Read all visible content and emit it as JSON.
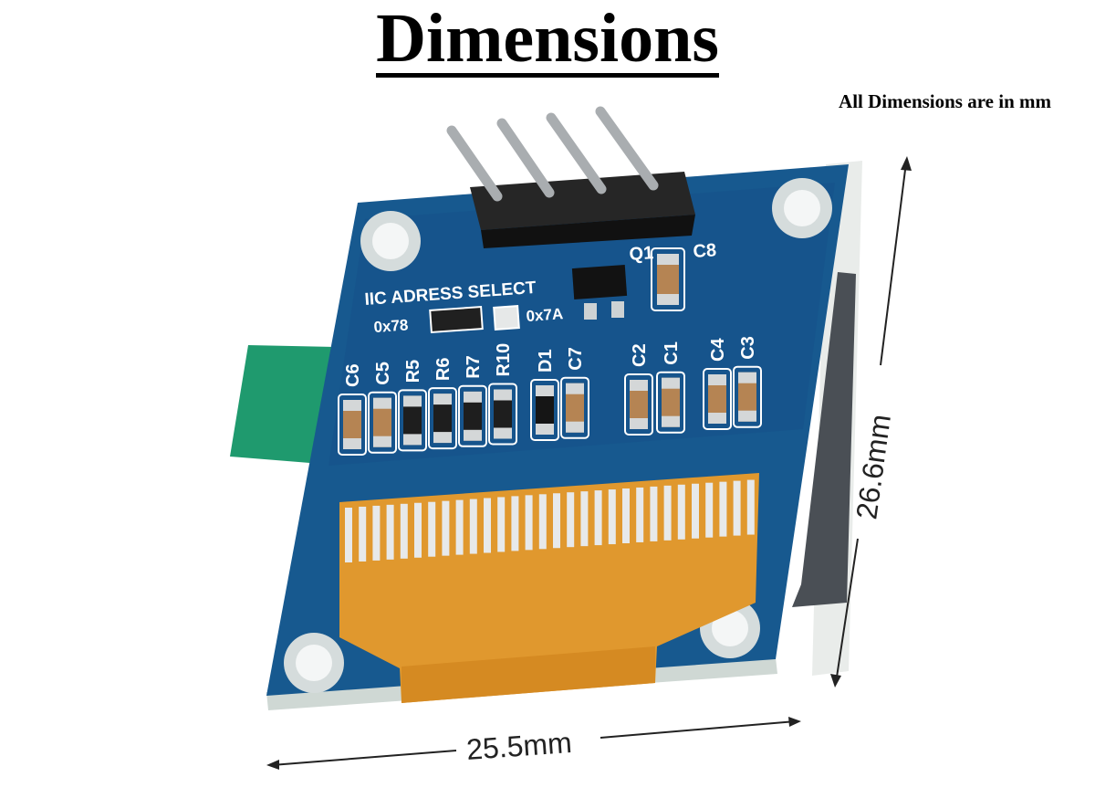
{
  "title": "Dimensions",
  "units_note": "All Dimensions are in mm",
  "dimensions": {
    "width_label": "25.5mm",
    "height_label": "26.6mm"
  },
  "board": {
    "silkscreen": {
      "iic_label": "IIC ADRESS SELECT",
      "addr_left": "0x78",
      "addr_right": "0x7A",
      "q1": "Q1",
      "c8": "C8",
      "left_group": [
        "C6",
        "C5",
        "R5",
        "R6",
        "R7",
        "R10"
      ],
      "mid_group": [
        "D1",
        "C7"
      ],
      "right_group_a": [
        "C2",
        "C1"
      ],
      "right_group_b": [
        "C4",
        "C3"
      ]
    },
    "header_pins": 4
  },
  "colors": {
    "pcb": "#17598f",
    "pcb_dark": "#0f4473",
    "flex_cable": "#e0982e",
    "pin_header": "#1c1c1c",
    "tab": "#1f9a6e"
  }
}
